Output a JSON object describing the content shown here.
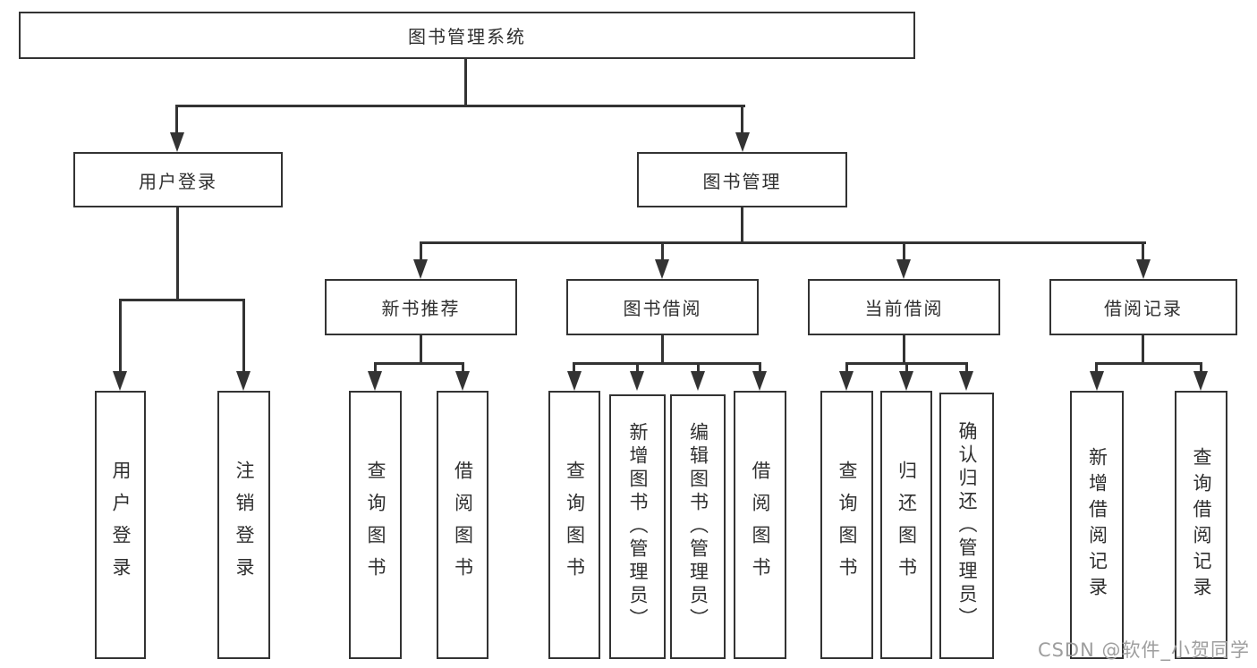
{
  "tree": {
    "root": "图书管理系统",
    "level2": [
      {
        "label": "用户登录",
        "children": [
          {
            "label": "用户登录"
          },
          {
            "label": "注销登录"
          }
        ]
      },
      {
        "label": "图书管理",
        "children": [
          {
            "label": "新书推荐",
            "children": [
              {
                "label": "查询图书"
              },
              {
                "label": "借阅图书"
              }
            ]
          },
          {
            "label": "图书借阅",
            "children": [
              {
                "label": "查询图书"
              },
              {
                "label": "新增图书（管理员）"
              },
              {
                "label": "编辑图书（管理员）"
              },
              {
                "label": "借阅图书"
              }
            ]
          },
          {
            "label": "当前借阅",
            "children": [
              {
                "label": "查询图书"
              },
              {
                "label": "归还图书"
              },
              {
                "label": "确认归还（管理员）"
              }
            ]
          },
          {
            "label": "借阅记录",
            "children": [
              {
                "label": "新增借阅记录"
              },
              {
                "label": "查询借阅记录"
              }
            ]
          }
        ]
      }
    ]
  },
  "watermark": {
    "text": "CSDN @软件_小贺同学"
  },
  "colors": {
    "line": "#333333",
    "box_border": "#333333",
    "box_bg": "#ffffff",
    "text": "#2f2f2f",
    "watermark": "#9e9e9e",
    "background": "#ffffff"
  }
}
